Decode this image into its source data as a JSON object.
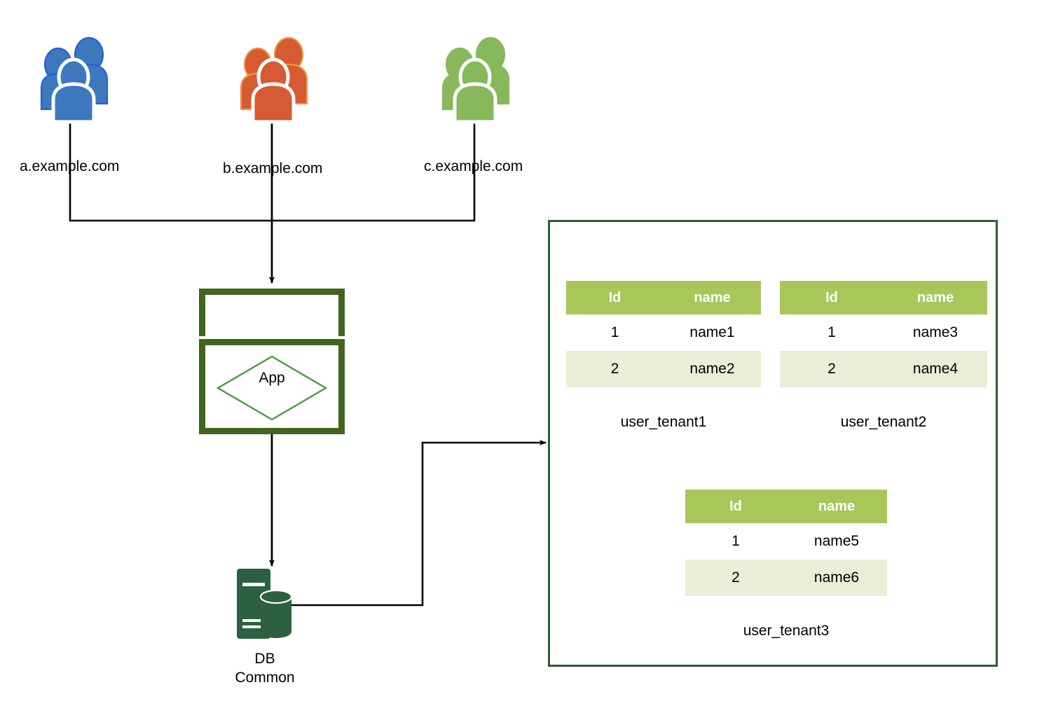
{
  "diagram": {
    "title": "Multi-tenant shared database schema-per-tenant diagram",
    "colors": {
      "tenant_a": "#3d78bd",
      "tenant_a_outline": "#2a5fd6",
      "tenant_b": "#d65a32",
      "tenant_b_outline": "#ef9444",
      "tenant_c": "#87b85c",
      "app_border": "#40661d",
      "diamond_stroke": "#4a9a40",
      "db_fill": "#2c6040",
      "container_border": "#2c5c36",
      "table_header_bg": "#a9c65a",
      "table_header_text": "#ffffff",
      "table_row_alt_bg": "#e9efd6",
      "connector": "#000000"
    }
  },
  "tenants": [
    {
      "id": "a",
      "icon": "user-group-icon",
      "label": "a.example.com",
      "color": "#3d78bd"
    },
    {
      "id": "b",
      "icon": "user-group-icon",
      "label": "b.example.com",
      "color": "#d65a32"
    },
    {
      "id": "c",
      "icon": "user-group-icon",
      "label": "c.example.com",
      "color": "#87b85c"
    }
  ],
  "app": {
    "icon": "package-icon",
    "shape_icon": "diamond-icon",
    "label": "App"
  },
  "database": {
    "icon": "database-server-icon",
    "label_line1": "DB",
    "label_line2": "Common"
  },
  "tables": [
    {
      "name": "user_tenant1",
      "columns": [
        "Id",
        "name"
      ],
      "rows": [
        {
          "Id": "1",
          "name": "name1"
        },
        {
          "Id": "2",
          "name": "name2"
        }
      ]
    },
    {
      "name": "user_tenant2",
      "columns": [
        "Id",
        "name"
      ],
      "rows": [
        {
          "Id": "1",
          "name": "name3"
        },
        {
          "Id": "2",
          "name": "name4"
        }
      ]
    },
    {
      "name": "user_tenant3",
      "columns": [
        "Id",
        "name"
      ],
      "rows": [
        {
          "Id": "1",
          "name": "name5"
        },
        {
          "Id": "2",
          "name": "name6"
        }
      ]
    }
  ]
}
